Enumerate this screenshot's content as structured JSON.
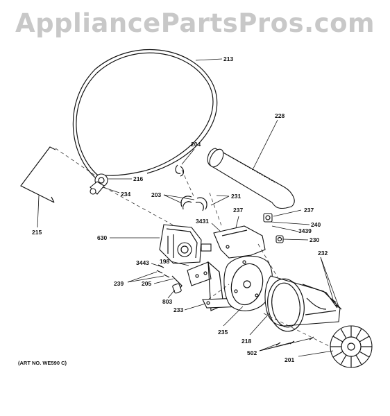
{
  "watermark": "AppliancePartsPros.com",
  "art_number": "(ART NO. WE590 C)",
  "parts": {
    "belt": "213",
    "pulley": "216",
    "idler_arm": "234",
    "rod": "215",
    "duct": "228",
    "clip_top": "204",
    "clips_left": "203",
    "clips_right": "231",
    "bracket_top": "237",
    "bracket_right": "237",
    "shield": "3431",
    "switch": "240",
    "screw_3439": "3439",
    "thermostat": "230",
    "motor": "630",
    "capacitor": "198",
    "screw_3443": "3443",
    "screws_239": "239",
    "harness": "205",
    "clip_803": "803",
    "base": "233",
    "blower_housing": "235",
    "screws_232": "232",
    "gasket": "218",
    "screws_502": "502",
    "blower_wheel": "201"
  }
}
